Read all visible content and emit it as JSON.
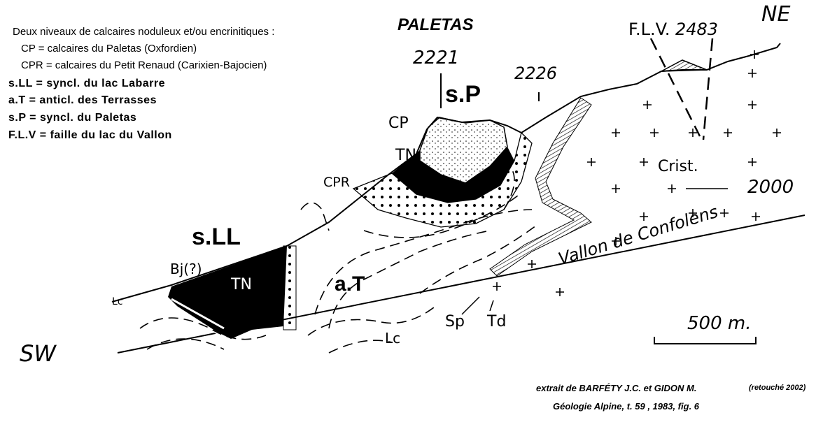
{
  "legend": {
    "intro": "Deux niveaux de calcaires noduleux et/ou encrinitiques :",
    "cp": "CP = calcaires du Paletas (Oxfordien)",
    "cpr": "CPR = calcaires du Petit Renaud (Carixien-Bajocien)",
    "sll": "s.LL = syncl. du lac Labarre",
    "at": "a.T = anticl. des Terrasses",
    "sp": "s.P = syncl. du Paletas",
    "flv": "F.L.V = faille du lac du Vallon"
  },
  "labels": {
    "paletas": "PALETAS",
    "alt_2221": "2221",
    "sP": "s.P",
    "alt_2226": "2226",
    "flv": "F.L.V.",
    "alt_2483": "2483",
    "ne": "NE",
    "cp": "CP",
    "tn_top": "TN",
    "cpr": "CPR",
    "crist": "Crist.",
    "alt_2000": "2000",
    "sLL": "s.LL",
    "bj": "Bj(?)",
    "tn_bottom": "TN",
    "aT": "a.T",
    "lc_left": "Lc",
    "vallon": "Vallon de Confolens",
    "sw": "SW",
    "lc_bottom": "Lc",
    "sp_label": "Sp",
    "td_label": "Td",
    "scale": "500 m."
  },
  "caption": {
    "line1": "extrait de  BARFÉTY J.C.  et GIDON M.",
    "retouche": "(retouché 2002)",
    "line2": "Géologie Alpine, t. 59 , 1983, fig. 6"
  }
}
